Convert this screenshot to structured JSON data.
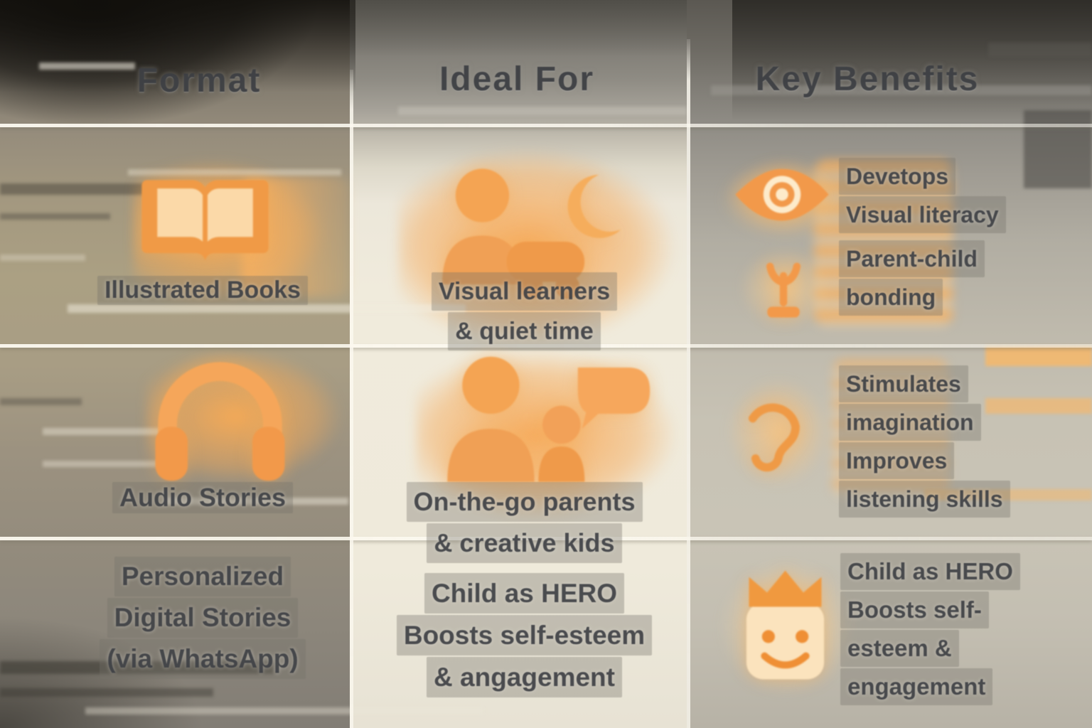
{
  "columns": {
    "format": "Format",
    "ideal_for": "Ideal For",
    "key_benefits": "Key Benefits"
  },
  "rows": [
    {
      "format": {
        "icon": "open-book-icon",
        "label": "Illustrated Books"
      },
      "ideal_for": {
        "icon": "parent-child-bedtime-icon",
        "lines": [
          "Visual learners",
          "& quiet time"
        ]
      },
      "benefits": [
        {
          "icon": "eye-icon",
          "lines": [
            "Devetops",
            "Visual literacy"
          ]
        },
        {
          "icon": "sprout-icon",
          "lines": [
            "Parent-child",
            "bonding"
          ]
        }
      ]
    },
    {
      "format": {
        "icon": "headphones-icon",
        "label": "Audio Stories"
      },
      "ideal_for": {
        "icon": "parents-kids-chat-icon",
        "lines": [
          "On-the-go parents",
          "& creative kids"
        ]
      },
      "benefits": [
        {
          "icon": "ear-icon",
          "lines": [
            "Stimulates",
            "imagination",
            "Improves",
            "listening skills"
          ]
        }
      ]
    },
    {
      "format": {
        "icon": null,
        "lines": [
          "Personalized",
          "Digital Stories",
          "(via WhatsApp)"
        ]
      },
      "ideal_for": {
        "icon": null,
        "lines": [
          "Child as HERO",
          "Boosts self-esteem",
          "& angagement"
        ]
      },
      "benefits": [
        {
          "icon": "crowned-child-face-icon",
          "lines": [
            "Child as HERO",
            "Boosts self-",
            "esteem &",
            "engagement"
          ]
        }
      ]
    }
  ],
  "chart_data": {
    "type": "table",
    "title": "",
    "headers": [
      "Format",
      "Ideal For",
      "Key Benefits"
    ],
    "cells": [
      [
        "Illustrated Books",
        "Visual learners & quiet time",
        "Devetops Visual literacy; Parent-child bonding"
      ],
      [
        "Audio Stories",
        "On-the-go parents & creative kids",
        "Stimulates imagination; Improves listening skills"
      ],
      [
        "Personalized Digital Stories (via WhatsApp)",
        "Child as HERO Boosts self-esteem & angagement",
        "Child as HERO Boosts self-esteem & engagement"
      ]
    ]
  },
  "colors": {
    "accent_orange": "#F2994A",
    "icon_fill_light": "#FBDCA8",
    "text_gray": "#46484C",
    "divider": "#F7F3E7"
  }
}
